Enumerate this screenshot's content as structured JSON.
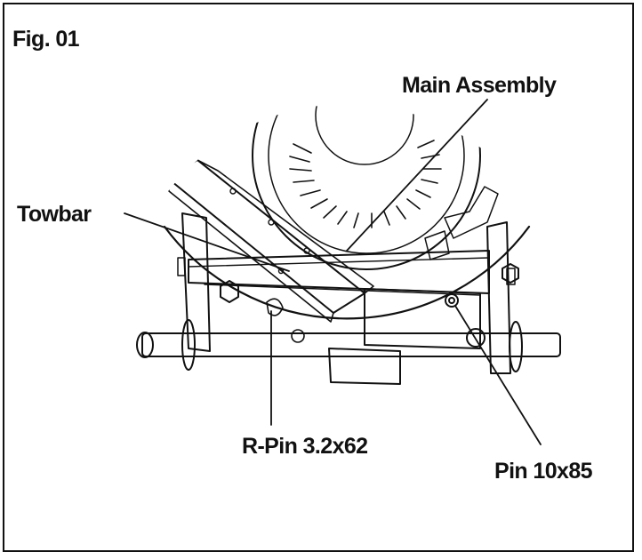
{
  "figure": {
    "title": "Fig. 01",
    "labels": {
      "main_assembly": "Main Assembly",
      "towbar": "Towbar",
      "r_pin": "R-Pin 3.2x62",
      "pin": "Pin 10x85"
    }
  },
  "colors": {
    "line": "#111111",
    "background": "#ffffff"
  }
}
